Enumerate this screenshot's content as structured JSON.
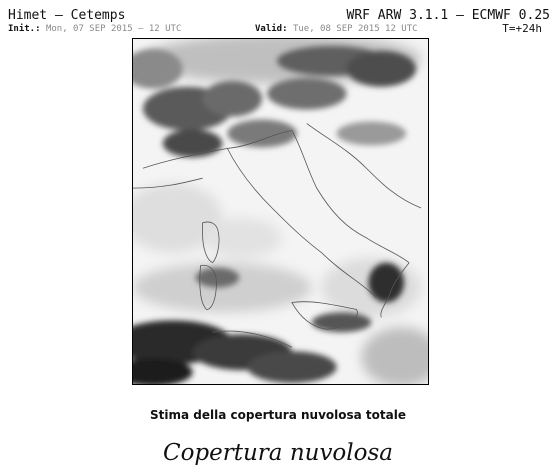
{
  "header": {
    "title": "Himet – Cetemps",
    "model": "WRF ARW 3.1.1 – ECMWF 0.25",
    "init_label": "Init.:",
    "init_value": "Mon, 07 SEP 2015 – 12 UTC",
    "valid_label": "Valid:",
    "valid_value": "Tue, 08 SEP 2015  12 UTC",
    "step": "T=+24h"
  },
  "caption": "Stima della copertura nuvolosa totale",
  "subtitle": "Copertura nuvolosa",
  "colors": {
    "cloud_dark": "#1a1a1a",
    "cloud_mid": "#7a7a7a",
    "cloud_light": "#d0d0d0",
    "clear": "#f6f6f6",
    "coastline": "#555555"
  }
}
